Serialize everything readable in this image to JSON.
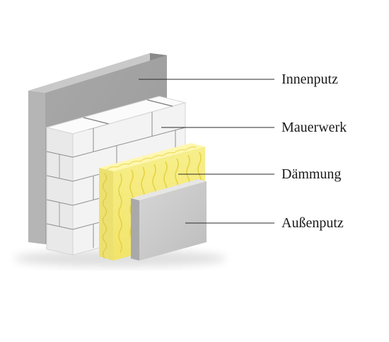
{
  "diagram": {
    "layers": [
      {
        "id": "innenputz",
        "label": "Innenputz"
      },
      {
        "id": "mauerwerk",
        "label": "Mauerwerk"
      },
      {
        "id": "daemmung",
        "label": "Dämmung"
      },
      {
        "id": "aussenputz",
        "label": "Außenputz"
      }
    ]
  }
}
